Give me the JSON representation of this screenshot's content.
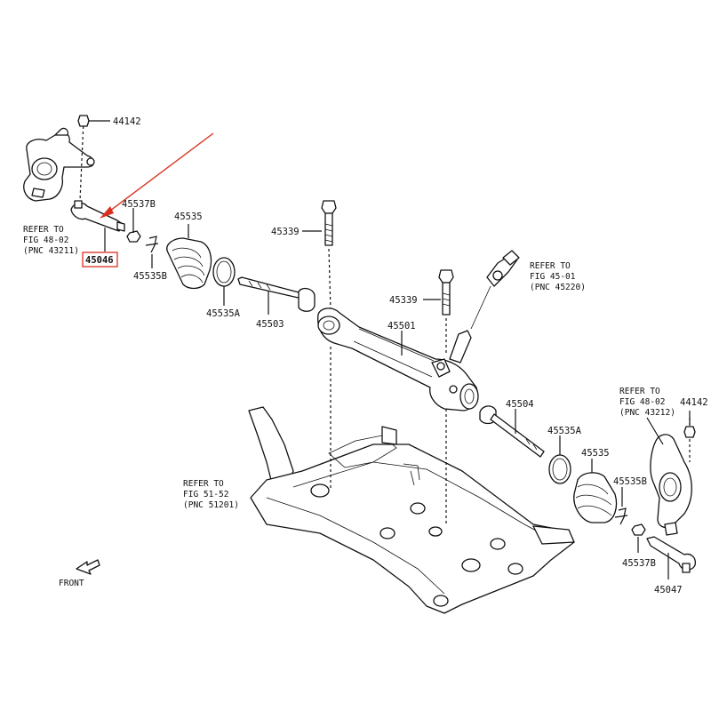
{
  "diagram": {
    "parts": {
      "p44142_left": "44142",
      "p45537b_left": "45537B",
      "p45535_left": "45535",
      "p45535b_left": "45535B",
      "p45535a_left": "45535A",
      "p45503": "45503",
      "p45339_top": "45339",
      "p45339_mid": "45339",
      "p45501": "45501",
      "p45504": "45504",
      "p45535a_right": "45535A",
      "p45535_right": "45535",
      "p45535b_right": "45535B",
      "p45537b_right": "45537B",
      "p45047": "45047",
      "p44142_right": "44142",
      "p45046_highlighted": "45046"
    },
    "refs": {
      "knuckle_left": [
        "REFER TO",
        "FIG 48-02",
        "(PNC 43211)"
      ],
      "steering_shaft": [
        "REFER TO",
        "FIG 45-01",
        "(PNC 45220)"
      ],
      "crossmember": [
        "REFER TO",
        "FIG 51-52",
        "(PNC 51201)"
      ],
      "knuckle_right": [
        "REFER TO",
        "FIG 48-02",
        "(PNC 43212)"
      ]
    },
    "front_label": "FRONT",
    "colors": {
      "highlight": "#d9301f",
      "ink": "#111111"
    }
  }
}
